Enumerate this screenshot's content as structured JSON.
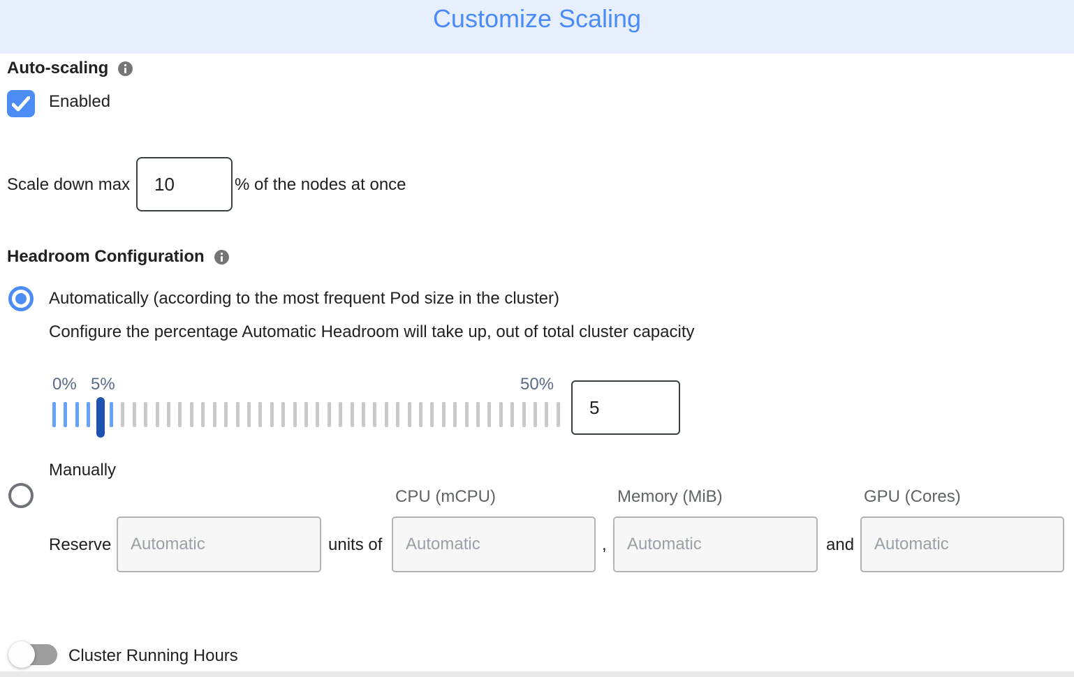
{
  "header": {
    "title": "Customize Scaling",
    "title_color": "#4A8CF7",
    "background_color": "#E8EFFC"
  },
  "auto_scaling": {
    "section_label": "Auto-scaling",
    "enabled_label": "Enabled",
    "checkbox_checked": true,
    "scale_down": {
      "prefix": "Scale down max",
      "value": "10",
      "suffix": "% of the nodes at once"
    }
  },
  "headroom": {
    "section_label": "Headroom Configuration",
    "options": [
      {
        "label": "Automatically (according to the most frequent Pod size in the cluster)",
        "selected": true
      },
      {
        "label": "Manually",
        "selected": false
      }
    ],
    "auto_description": "Configure the percentage Automatic Headroom will take up, out of total cluster capacity",
    "slider": {
      "min_label": "0%",
      "current_label": "5%",
      "max_label": "50%",
      "value": "5",
      "tick_count": 45,
      "active_tick_count": 6,
      "handle_index": 4,
      "active_tick_color": "#64A3F7",
      "inactive_tick_color": "#C9C9C9",
      "handle_color": "#1D53AE"
    },
    "manual": {
      "reserve_label": "Reserve",
      "units_of_label": "units of",
      "comma_label": ",",
      "and_label": "and",
      "columns": [
        "CPU (mCPU)",
        "Memory (MiB)",
        "GPU (Cores)"
      ],
      "placeholder": "Automatic"
    }
  },
  "cluster_running_hours": {
    "label": "Cluster Running Hours",
    "enabled": false
  }
}
